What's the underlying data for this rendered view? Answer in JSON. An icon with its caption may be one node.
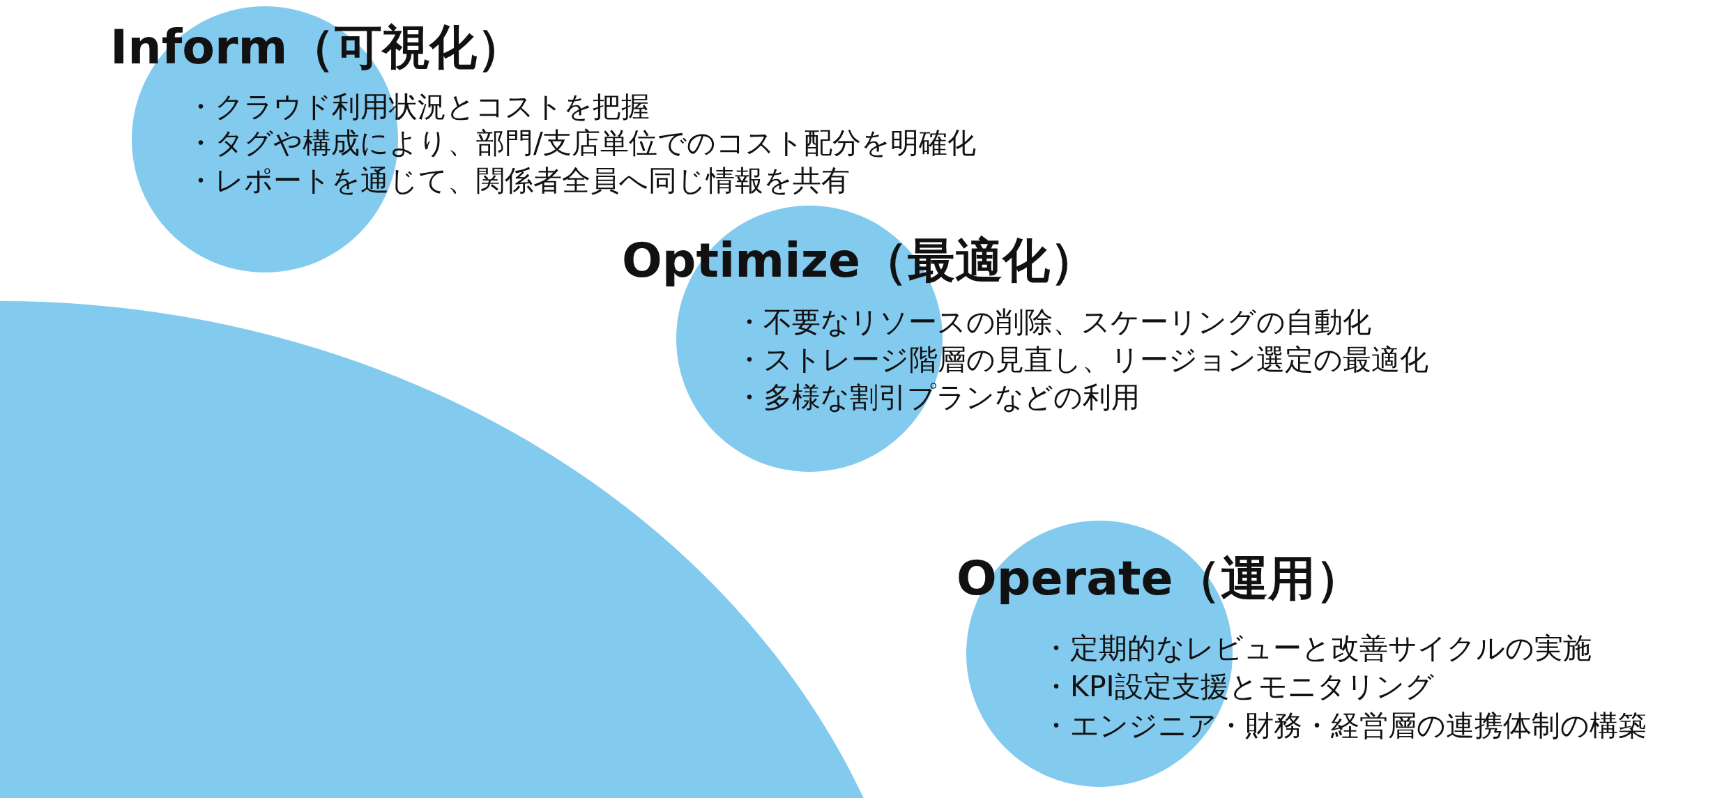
{
  "diagram": {
    "nodes": [
      {
        "text": [
          "Inform（可視化）",
          "・クラウド利用状況とコストを把握",
          "・タグや構成により、部門/支店単位でのコスト配分を明確化",
          "・レポートを通じて、関係者全員へ同じ情報を共有"
        ]
      },
      {
        "text": [
          "Optimize（最適化）",
          "・不要なリソースの削除、スケーリングの自動化",
          "・ストレージ階層の見直し、リージョン選定の最適化",
          "・多様な割引プランなどの利用"
        ]
      },
      {
        "text": [
          "Operate（運用）",
          "・定期的なレビューと改善サイクルの実施",
          "・KPI設定支援とモニタリング",
          "・エンジニア・財務・経営層の連携体制の構築"
        ]
      }
    ]
  }
}
